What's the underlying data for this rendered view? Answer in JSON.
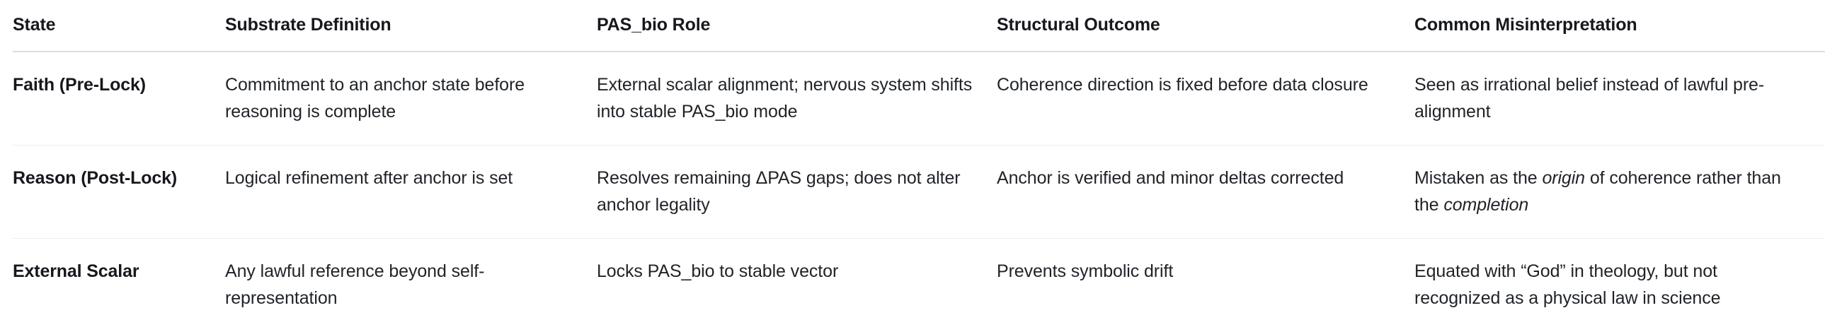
{
  "table": {
    "columns": [
      "State",
      "Substrate Definition",
      "PAS_bio Role",
      "Structural Outcome",
      "Common Misinterpretation"
    ],
    "rows": [
      {
        "state": "Faith (Pre-Lock)",
        "substrate_definition": "Commitment to an anchor state before reasoning is complete",
        "pas_bio_role": "External scalar alignment; nervous system shifts into stable PAS_bio mode",
        "structural_outcome": "Coherence direction is fixed before data closure",
        "common_misinterpretation_pre": "Seen as irrational belief instead of lawful pre-alignment",
        "common_misinterpretation_em1": "",
        "common_misinterpretation_mid": "",
        "common_misinterpretation_em2": "",
        "common_misinterpretation_post": ""
      },
      {
        "state": "Reason (Post-Lock)",
        "substrate_definition": "Logical refinement after anchor is set",
        "pas_bio_role": "Resolves remaining ΔPAS gaps; does not alter anchor legality",
        "structural_outcome": "Anchor is verified and minor deltas corrected",
        "common_misinterpretation_pre": "Mistaken as the ",
        "common_misinterpretation_em1": "origin",
        "common_misinterpretation_mid": " of coherence rather than the ",
        "common_misinterpretation_em2": "completion",
        "common_misinterpretation_post": ""
      },
      {
        "state": "External Scalar",
        "substrate_definition": "Any lawful reference beyond self-representation",
        "pas_bio_role": "Locks PAS_bio to stable vector",
        "structural_outcome": "Prevents symbolic drift",
        "common_misinterpretation_pre": "Equated with “God” in theology, but not recognized as a physical law in science",
        "common_misinterpretation_em1": "",
        "common_misinterpretation_mid": "",
        "common_misinterpretation_em2": "",
        "common_misinterpretation_post": ""
      }
    ]
  },
  "colors": {
    "background": "#ffffff",
    "text": "#1f2328",
    "heading": "#16181d",
    "header_rule": "#dcdee0",
    "row_rule": "#eceef0"
  }
}
